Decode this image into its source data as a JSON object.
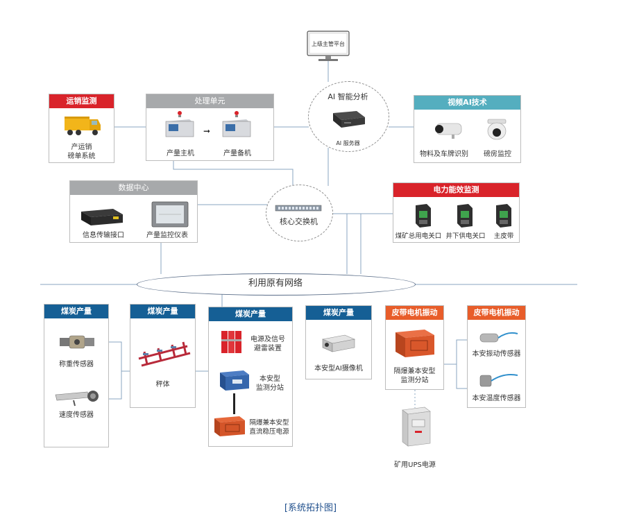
{
  "top_platform": {
    "label": "上级主管平台"
  },
  "ai_analysis": {
    "title": "AI 智能分析",
    "server_label": "AI 服务器"
  },
  "core_switch": {
    "label": "核心交换机"
  },
  "network": {
    "label": "利用原有网络"
  },
  "sales_monitor": {
    "title": "运销监测",
    "system_label_1": "产运销",
    "system_label_2": "磅单系统"
  },
  "processing_unit": {
    "title": "处理单元",
    "main_host": "产量主机",
    "backup_host": "产量备机",
    "arrow": "➞"
  },
  "video_ai": {
    "title": "视频AI技术",
    "item_1": "物料及车牌识别",
    "item_2": "磅房监控"
  },
  "data_center": {
    "title": "数据中心",
    "item_1": "信息传输接口",
    "item_2": "产量监控仪表"
  },
  "power_monitor": {
    "title": "电力能效监测",
    "item_1": "煤矿总用电关口",
    "item_2": "井下供电关口",
    "item_3": "主皮带"
  },
  "coal_output_1": {
    "title": "煤炭产量",
    "item_1": "称重传感器",
    "item_2": "速度传感器"
  },
  "coal_output_2": {
    "title": "煤炭产量",
    "item_1": "秤体"
  },
  "coal_output_3": {
    "title": "煤炭产量",
    "item_1_a": "电源及信号",
    "item_1_b": "避雷装置",
    "item_2_a": "本安型",
    "item_2_b": "监测分站",
    "item_3_a": "隔爆兼本安型",
    "item_3_b": "直流稳压电源"
  },
  "coal_output_4": {
    "title": "煤炭产量",
    "item_1": "本安型AI摄像机"
  },
  "belt_vibration_1": {
    "title": "皮带电机振动",
    "item_1_a": "隔爆兼本安型",
    "item_1_b": "监测分站"
  },
  "belt_vibration_2": {
    "title": "皮带电机振动",
    "item_1": "本安振动传感器",
    "item_2": "本安温度传感器"
  },
  "ups": {
    "label": "矿用UPS电源"
  },
  "caption": {
    "text": "[系统拓扑图]"
  },
  "colors": {
    "red": "#d9232a",
    "gray": "#a7a9ab",
    "teal": "#54aebf",
    "blue": "#155f95",
    "orange": "#e85d2a",
    "line": "#8aa4c0"
  }
}
